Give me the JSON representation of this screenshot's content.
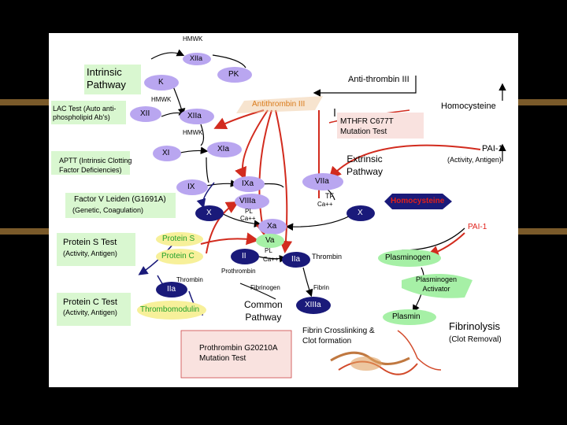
{
  "diagram": {
    "labels": {
      "hmwk_top": "HMWK",
      "xiia_top": "XIIa",
      "intrinsic": "Intrinsic\nPathway",
      "pk": "PK",
      "k": "K",
      "antithrombin_iii": "Anti-thrombin III",
      "hmwk_mid": "HMWK",
      "antithrombin_orange": "Antithrombin III",
      "homocysteine_top": "Homocysteine",
      "lac_test": "LAC Test (Auto anti-\nphospholipid Ab's)",
      "xii": "XII",
      "xiia_mid": "XIIa",
      "mthfr": "MTHFR C677T\nMutation Test",
      "hmwk_low": "HMWK",
      "xi": "XI",
      "xia": "XIa",
      "pai1_top": "PAI-1",
      "pai1_top_sub": "(Activity, Antigen)",
      "aptt": "APTT (Intrinsic Clotting\nFactor Deficiencies)",
      "extrinsic": "Extrinsic\nPathway",
      "viia": "VIIa",
      "ixa": "IXa",
      "ix": "IX",
      "factor_v_leiden": "Factor V Leiden (G1691A)",
      "factor_v_leiden_sub": "(Genetic, Coagulation)",
      "viiia": "VIIIa",
      "tf": "TF",
      "ca_tf": "Ca++",
      "pl_top": "PL",
      "ca_mid": "Ca++",
      "x_left": "X",
      "x_right": "X",
      "homocysteine_box": "Homocysteine",
      "xa": "Xa",
      "pai1_red": "PAI-1",
      "protein_s_test": "Protein S Test",
      "protein_s_test_sub": "(Activity, Antigen)",
      "protein_s": "Protein S",
      "va": "Va",
      "pl_low": "PL",
      "protein_c": "Protein C",
      "ii": "II",
      "ca_low": "Ca++",
      "iia_mid": "IIa",
      "thrombin_mid": "Thrombin",
      "plasminogen": "Plasminogen",
      "prothrombin": "Prothrombin",
      "plasminogen_activator": "Plasminogen\nActivator",
      "thrombin_left": "Thrombin",
      "iia_left": "IIa",
      "fibrinogen": "Fibrinogen",
      "fibrin": "Fibrin",
      "protein_c_test": "Protein C Test",
      "protein_c_test_sub": "(Activity, Antigen)",
      "thrombomodulin": "Thrombomodulin",
      "common_pathway": "Common\nPathway",
      "xiiia": "XIIIa",
      "plasmin": "Plasmin",
      "fibrinolysis": "Fibrinolysis",
      "clot_removal": "(Clot Removal)",
      "fibrin_crosslinking": "Fibrin Crosslinking &\nClot formation",
      "prothrombin_test": "Prothrombin G20210A\nMutation Test"
    },
    "colors": {
      "slide_bg": "#000000",
      "panel_bg": "#ffffff",
      "node_purple": "#b9a6f0",
      "node_navy": "#1a1a7a",
      "node_yellow": "#f7f09a",
      "node_green": "#a6f0a6",
      "box_mint": "#d9f7d0",
      "box_pink": "#f9e2df",
      "red_arrow": "#d22b1e",
      "orange_text": "#d97a1a",
      "red_text": "#e0201a",
      "green_text": "#1f9f2a"
    },
    "icons": [
      "bullet-bar-icon",
      "fibrin-clot-icon"
    ]
  }
}
